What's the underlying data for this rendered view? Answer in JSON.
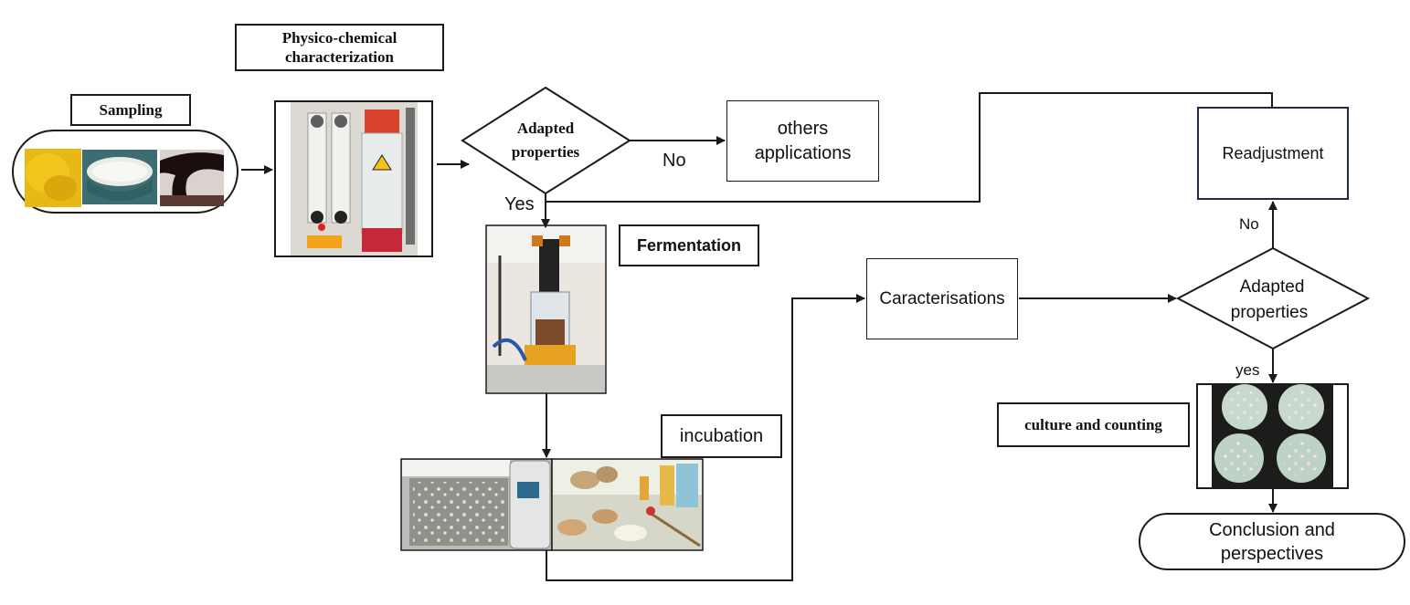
{
  "steps": {
    "sampling": "Sampling",
    "physico_line1": "Physico-chemical",
    "physico_line2": "characterization",
    "fermentation": "Fermentation",
    "incubation": "incubation",
    "caracterisations": "Caracterisations",
    "culture_counting": "culture and counting",
    "others_line1": "others",
    "others_line2": "applications",
    "readjustment": "Readjustment",
    "conclusion_line1": "Conclusion and",
    "conclusion_line2": "perspectives"
  },
  "decisions": {
    "first_line1": "Adapted",
    "first_line2": "properties",
    "second_line1": "Adapted",
    "second_line2": "properties"
  },
  "edge_labels": {
    "no_first": "No",
    "yes_first": "Yes",
    "no_second": "No",
    "yes_second": "yes"
  },
  "icons": [
    "sample-photo-yellow",
    "sample-photo-bowl",
    "sample-photo-dark-liquid",
    "flowmeter-apparatus-photo",
    "fermenter-photo",
    "incubator-photo",
    "lab-bench-photo",
    "petri-dishes-photo"
  ]
}
